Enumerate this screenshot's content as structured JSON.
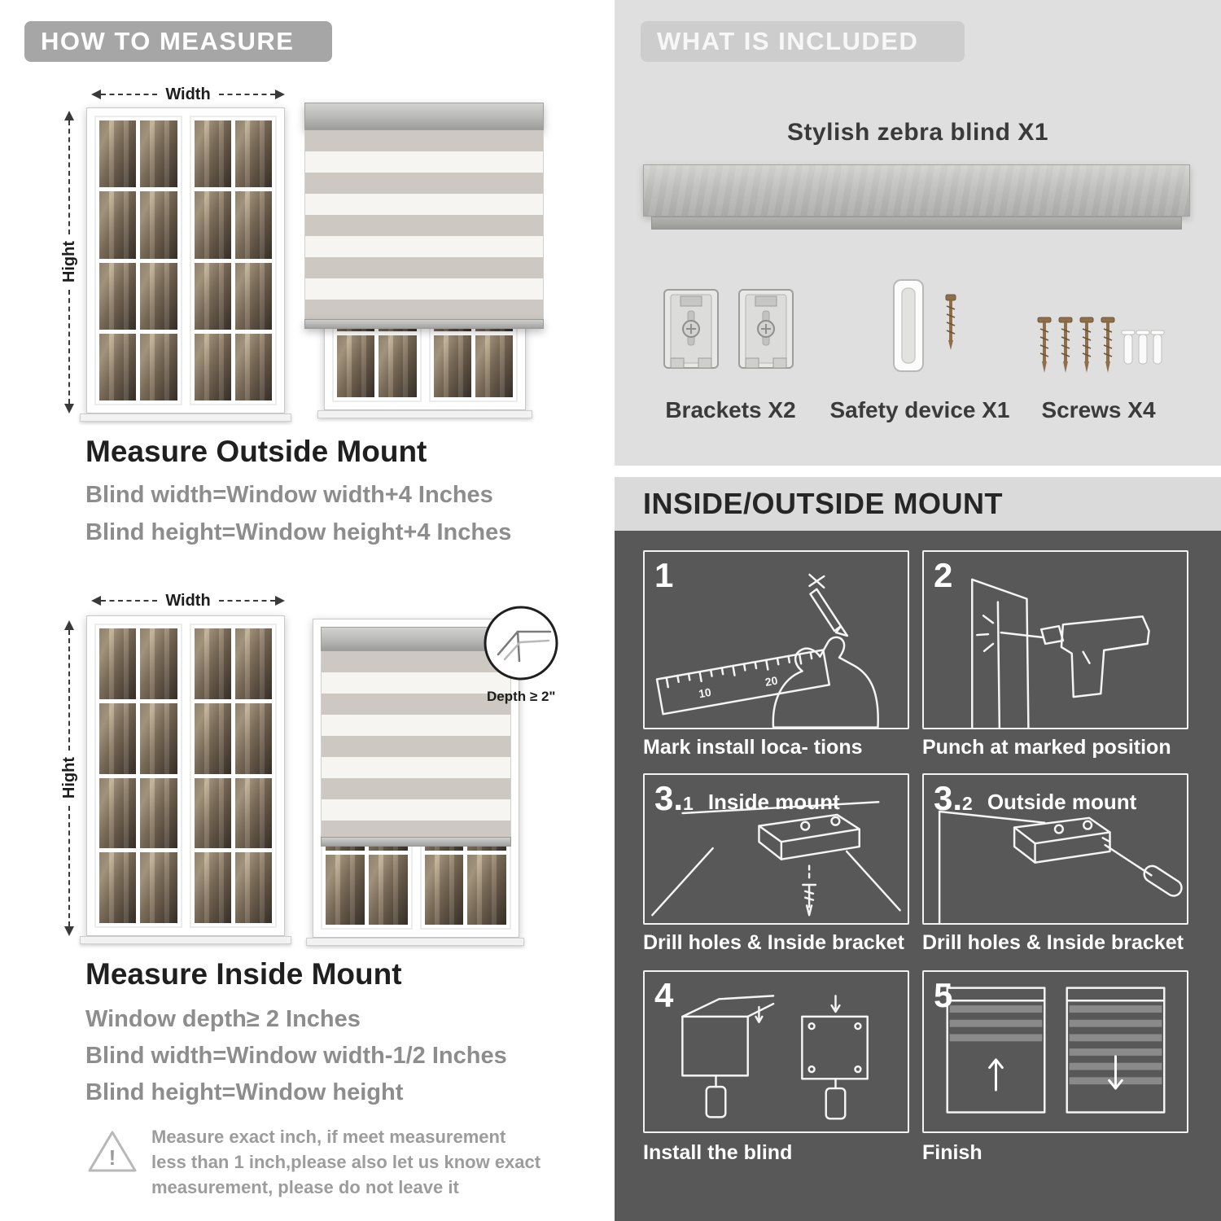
{
  "measure": {
    "header": "HOW TO MEASURE",
    "width_label": "Width",
    "height_label": "Hight",
    "outside": {
      "title": "Measure Outside Mount",
      "lines": [
        "Blind width=Window width+4 Inches",
        "Blind height=Window height+4 Inches"
      ]
    },
    "inside": {
      "title": "Measure Inside Mount",
      "depth_callout": "Depth ≥ 2\"",
      "lines": [
        "Window depth≥ 2 Inches",
        "Blind width=Window width-1/2 Inches",
        "Blind height=Window height"
      ]
    },
    "warning_mark": "!",
    "warning_text": "Measure exact inch, if meet measurement less than 1 inch,please also let us know exact measurement, please do not leave it"
  },
  "included": {
    "header": "WHAT IS INCLUDED",
    "product_label": "Stylish zebra blind X1",
    "items": [
      {
        "name": "brackets",
        "label": "Brackets X2"
      },
      {
        "name": "safety-device",
        "label": "Safety device X1"
      },
      {
        "name": "screws",
        "label": "Screws X4"
      }
    ]
  },
  "mount": {
    "header": "INSIDE/OUTSIDE MOUNT",
    "ruler_numbers": [
      "10",
      "20"
    ],
    "steps": [
      {
        "num": "1",
        "caption": "Mark install loca- tions"
      },
      {
        "num": "2",
        "caption": "Punch at  marked position"
      },
      {
        "num": "3.",
        "sub": "1",
        "label": "Inside mount",
        "caption": "Drill holes &  Inside bracket"
      },
      {
        "num": "3.",
        "sub": "2",
        "label": "Outside mount",
        "caption": "Drill holes &  Inside bracket"
      },
      {
        "num": "4",
        "caption": "Install the blind"
      },
      {
        "num": "5",
        "caption": "Finish"
      }
    ]
  },
  "colors": {
    "banner_gray": "#a6a6a6",
    "light_section": "#dfdfdf",
    "dark_section": "#585858",
    "instruction_gray": "#8d8d8d"
  }
}
